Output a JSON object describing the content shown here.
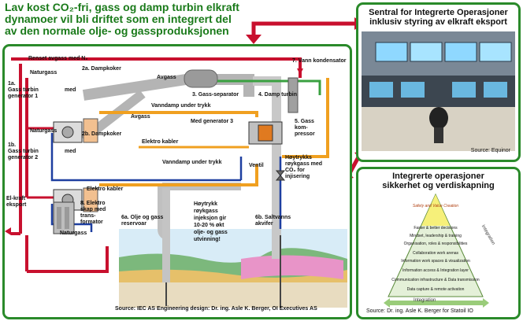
{
  "title": "Lav kost CO₂-fri, gass og damp turbin elkraft dynamoer vil bli driftet som en integrert del av den normale olje- og gassproduksjonen",
  "title_lines": [
    "Lav kost CO₂-fri, gass og damp turbin elkraft",
    "dynamoer vil bli driftet som en integrert del",
    "av den normale olje- og gassproduksjonen"
  ],
  "main_diagram": {
    "labels": {
      "renset_avgass": "Renset avgass med N₂",
      "naturgass_top": "Naturgass",
      "dampkoker_2a": "2a. Dampkoker",
      "avgass_top": "Avgass",
      "gass_separator": "3. Gass-separator",
      "vann_kondensator": "7. Vann kondensator",
      "gt1_num": "1a.",
      "gt1": "Gass turbin",
      "gt1b": "generator 1",
      "med1": "med",
      "vanndamp_top": "Vanndamp under trykk",
      "dampturbin": "4. Damp turbin",
      "avgass_diag": "Avgass",
      "med_generator3": "Med generator 3",
      "gass_kompressor": "5. Gass kom- pressor",
      "naturgass_mid": "Naturgass",
      "dampkoker_2b": "2b. Dampkoker",
      "elektro_kabler1": "Elektro kabler",
      "gt2_num": "1b.",
      "gt2": "Gass turbin",
      "gt2b": "generator 2",
      "med2": "med",
      "vanndamp_bottom": "Vanndamp under trykk",
      "ventil": "Ventil",
      "hoytrykks": "Høytrykks røykgass med CO₂ for injisering",
      "elektro_kabler2": "Elektro kabler",
      "el_kraft": "El-kraft eksport",
      "elektroskap": "8. Elektro skap med trans- formator",
      "olje_gass": "6a. Olje og gass reservoar",
      "hoytrykk_note": "Høytrykk røykgass injeksjon gir 10-20 % økt olje- og gass utvinning!",
      "saltvann": "6b. Saltvanns akvifer",
      "naturgass_bottom": "Naturgass"
    },
    "source": "Source: IEC AS Engineering design: Dr. ing. Asle K. Berger, OI Executives AS"
  },
  "control_room": {
    "title": "Sentral for Integrerte Operasjoner inklusiv styring av elkraft eksport",
    "title_lines": [
      "Sentral for Integrerte Operasjoner",
      "inklusiv styring av elkraft eksport"
    ],
    "source": "Source: Equinor"
  },
  "integrated_ops": {
    "title": "Integrerte operasjoner sikkerhet og verdiskapning",
    "title_lines": [
      "Integrerte operasjoner",
      "sikkerhet og verdiskapning"
    ],
    "apex": "Safety and Value Creation",
    "levels": [
      "Faster & better decisions",
      "Mindset, leadership & training",
      "Organisation, roles & responsibilities",
      "Collaboration work arenas",
      "Information work spaces & visualization",
      "Information access & Integration layer",
      "Communication infrastructure & Data transmission",
      "Data capture & remote activation"
    ],
    "side_label": "Integration",
    "bottom_label": "Integration",
    "source": "Source: Dr. ing. Asle K. Berger for Statoil IO"
  },
  "colors": {
    "green": "#2a8a2a",
    "red": "#c8102e",
    "orange": "#f0a020",
    "grey": "#b4b4b4",
    "blue": "#1e3fa0"
  }
}
